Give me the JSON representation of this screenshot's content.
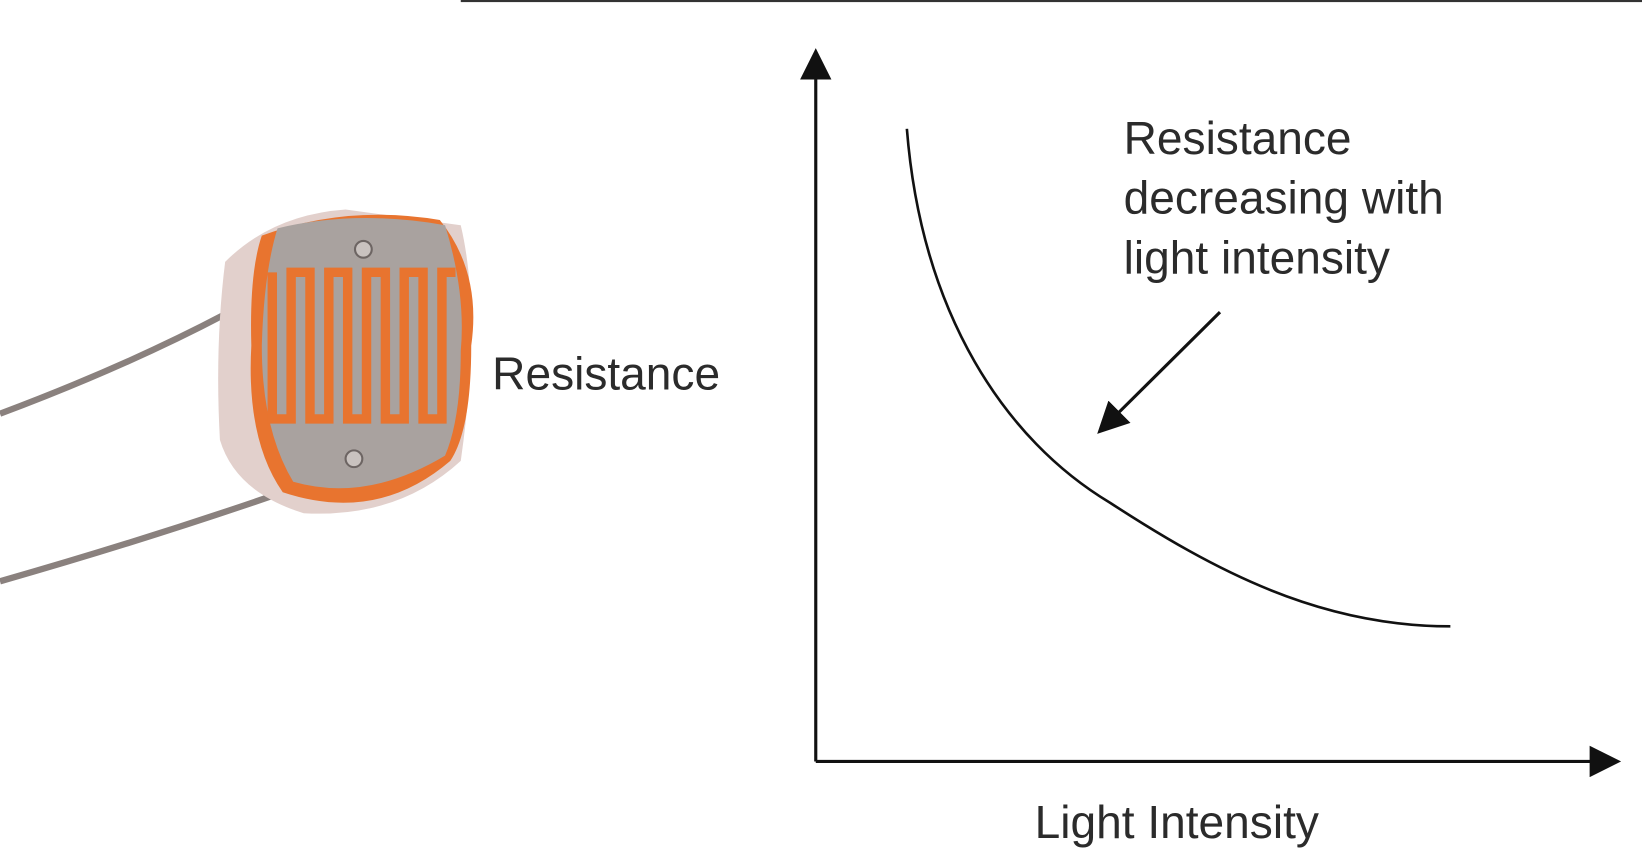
{
  "component": {
    "name_label": "Resistance"
  },
  "graph": {
    "x_axis_label": "Light Intensity",
    "annotation_lines": [
      "Resistance",
      "decreasing with",
      "light intensity"
    ]
  },
  "colors": {
    "trace": "#e8742f",
    "face": "#a9a29f",
    "body": "#e6d6d3",
    "ink": "#1a1a1a"
  }
}
